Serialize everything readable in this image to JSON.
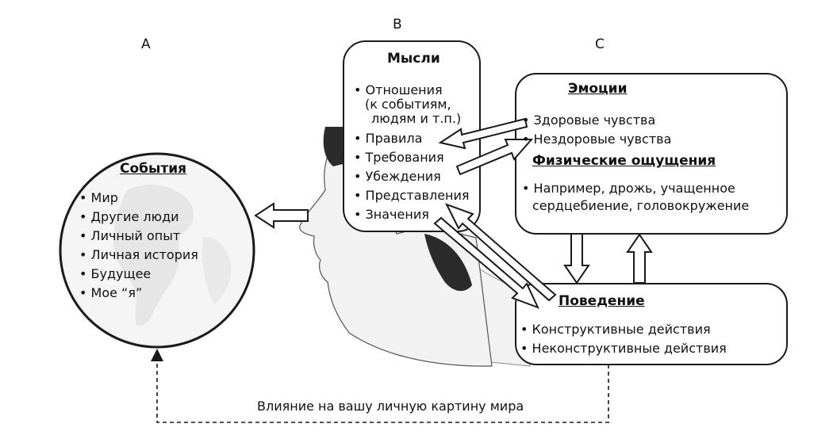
{
  "letters": {
    "a": "A",
    "b": "B",
    "c": "C"
  },
  "events": {
    "title": "События",
    "items": [
      "Мир",
      "Другие люди",
      "Личный опыт",
      "Личная история",
      "Будущее",
      "Мое “я”"
    ]
  },
  "thoughts": {
    "title": "Мысли",
    "attitudes": [
      "Отношения",
      "(к событиям,",
      "людям и т.п.)"
    ],
    "items": [
      "Правила",
      "Требования",
      "Убеждения",
      "Представления",
      "Значения"
    ]
  },
  "emotions": {
    "title": "Эмоции",
    "items": [
      "Здоровые чувства",
      "Нездоровые чувства"
    ],
    "physical_title": "Физические ощущения",
    "physical_items": [
      "Например, дрожь, учащенное",
      "сердцебиение, головокружение"
    ]
  },
  "behavior": {
    "title": "Поведение",
    "items": [
      "Конструктивные действия",
      "Неконструктивные действия"
    ]
  },
  "feedback_label": "Влияние на вашу личную картину мира",
  "colors": {
    "line": "#1a1a1a",
    "head": "#f2f2f2",
    "hair": "#2b2b2b",
    "globe": "#f5f5f5"
  }
}
